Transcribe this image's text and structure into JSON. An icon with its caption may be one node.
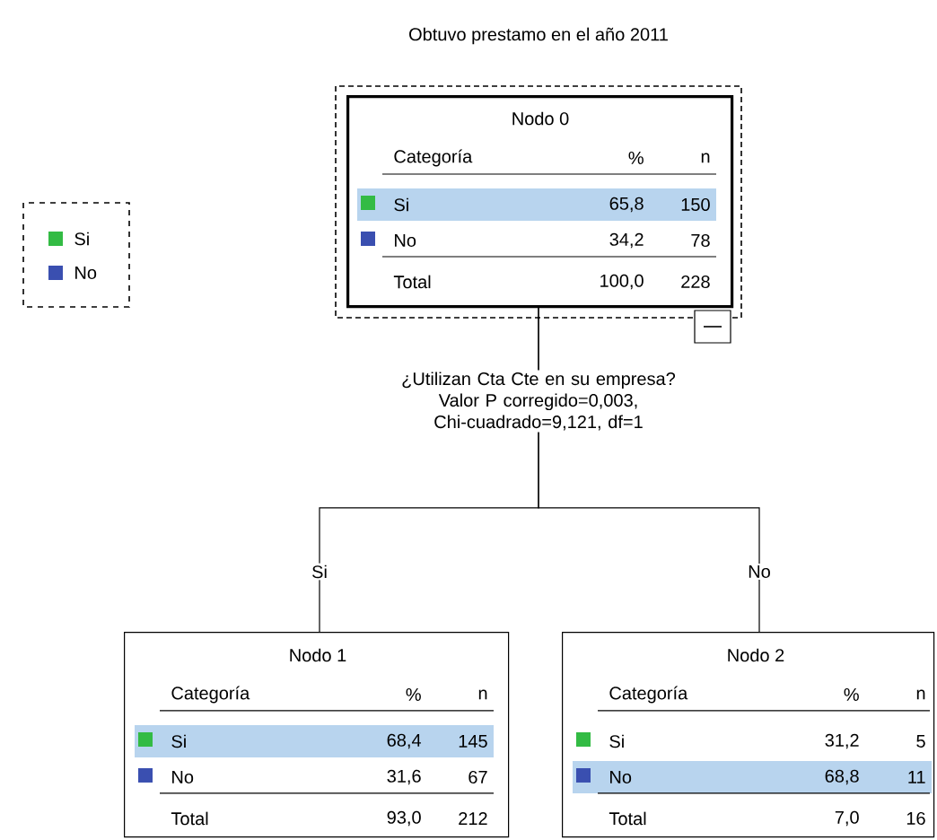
{
  "diagram": {
    "title": "Obtuvo prestamo en el año 2011",
    "nodes": [
      {
        "text": [
          "Nodo 0",
          "Categoría",
          "%",
          "n",
          "Si",
          "65,8",
          "150",
          "No",
          "34,2",
          "78",
          "Total",
          "100,0",
          "228"
        ]
      },
      {
        "text": [
          "Nodo 1",
          "Categoría",
          "%",
          "n",
          "Si",
          "68,4",
          "145",
          "No",
          "31,6",
          "67",
          "Total",
          "93,0",
          "212"
        ]
      },
      {
        "text": [
          "Nodo 2",
          "Categoría",
          "%",
          "n",
          "Si",
          "31,2",
          "5",
          "No",
          "68,8",
          "11",
          "Total",
          "7,0",
          "16"
        ]
      }
    ],
    "edges": [
      {
        "from": 0,
        "to": 1,
        "arrow": "none",
        "label": "Si"
      },
      {
        "from": 0,
        "to": 2,
        "arrow": "none",
        "label": "No"
      }
    ],
    "labels": [
      "¿Utilizan Cta Cte en su empresa? Valor P corregido=0,003, Chi-cuadrado=9,121, df=1"
    ],
    "legend": [
      {
        "text": "Si",
        "color": "#33bb44"
      },
      {
        "text": "No",
        "color": "#3a4fb0"
      }
    ]
  }
}
